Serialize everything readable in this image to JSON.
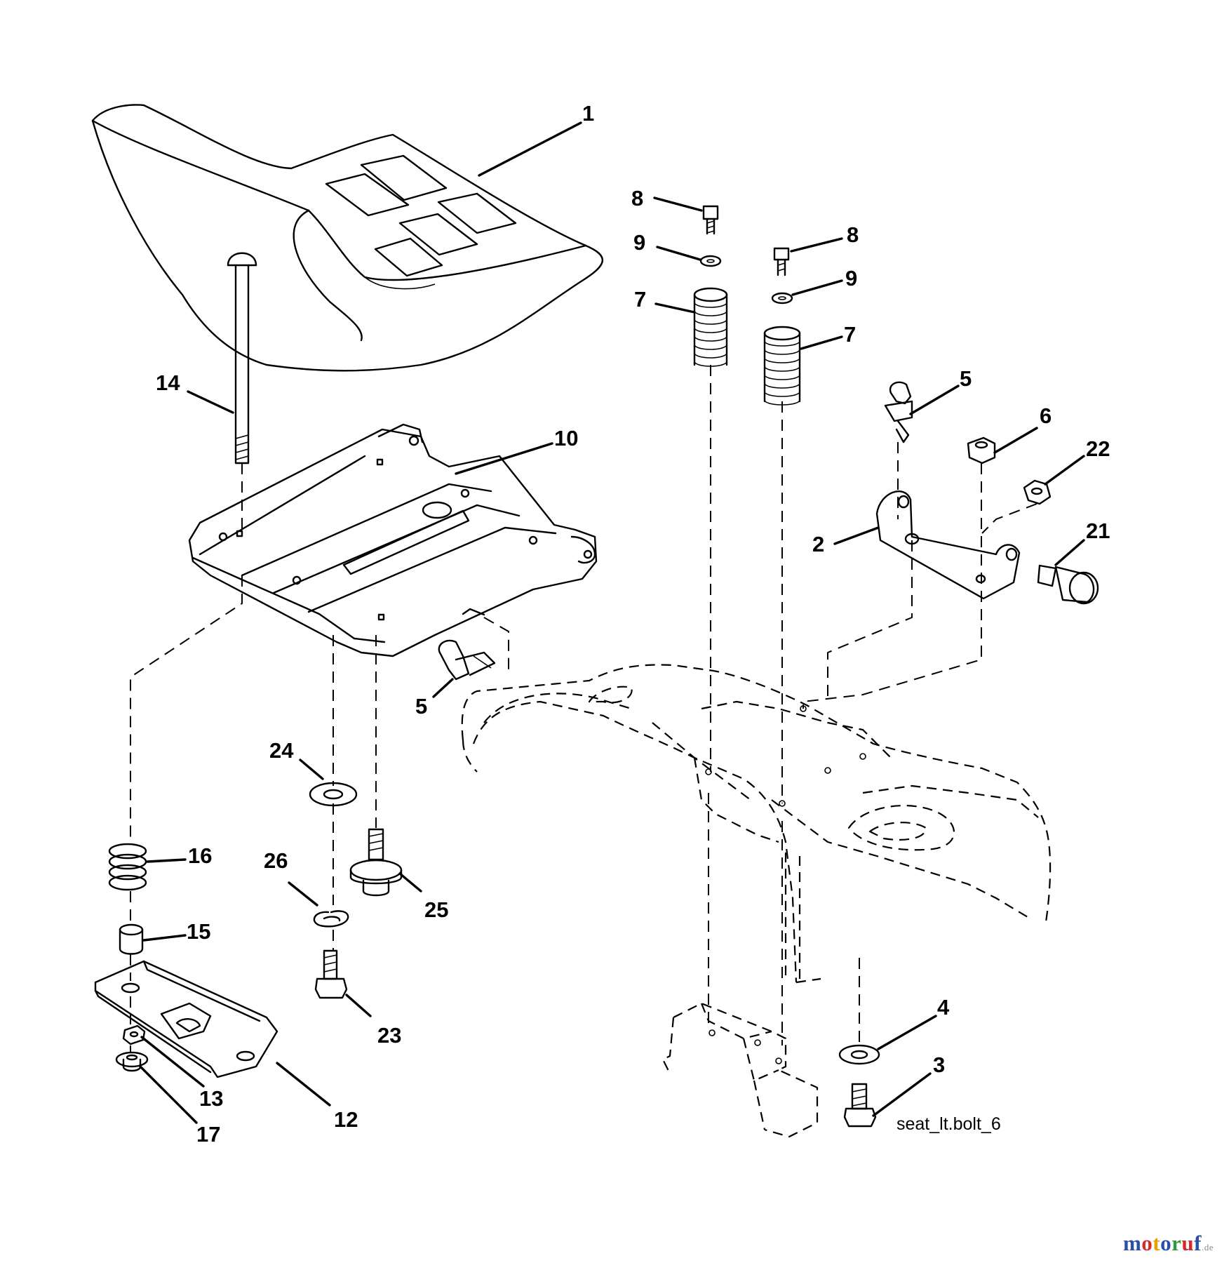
{
  "diagram": {
    "callouts": {
      "c1": "1",
      "c2": "2",
      "c3": "3",
      "c4": "4",
      "c5a": "5",
      "c5b": "5",
      "c6": "6",
      "c7a": "7",
      "c7b": "7",
      "c8a": "8",
      "c8b": "8",
      "c9a": "9",
      "c9b": "9",
      "c10": "10",
      "c12": "12",
      "c13": "13",
      "c14": "14",
      "c15": "15",
      "c16": "16",
      "c17": "17",
      "c21": "21",
      "c22": "22",
      "c23": "23",
      "c24": "24",
      "c25": "25",
      "c26": "26"
    },
    "file_label": "seat_lt.bolt_6"
  },
  "watermark": {
    "letters": [
      "m",
      "o",
      "t",
      "o",
      "r",
      "u",
      "f"
    ],
    "letter_colors": [
      "#2a4fa8",
      "#d42a2a",
      "#e8a000",
      "#2a4fa8",
      "#2e9a3e",
      "#d42a2a",
      "#2a4fa8"
    ],
    "suffix": ".de"
  }
}
